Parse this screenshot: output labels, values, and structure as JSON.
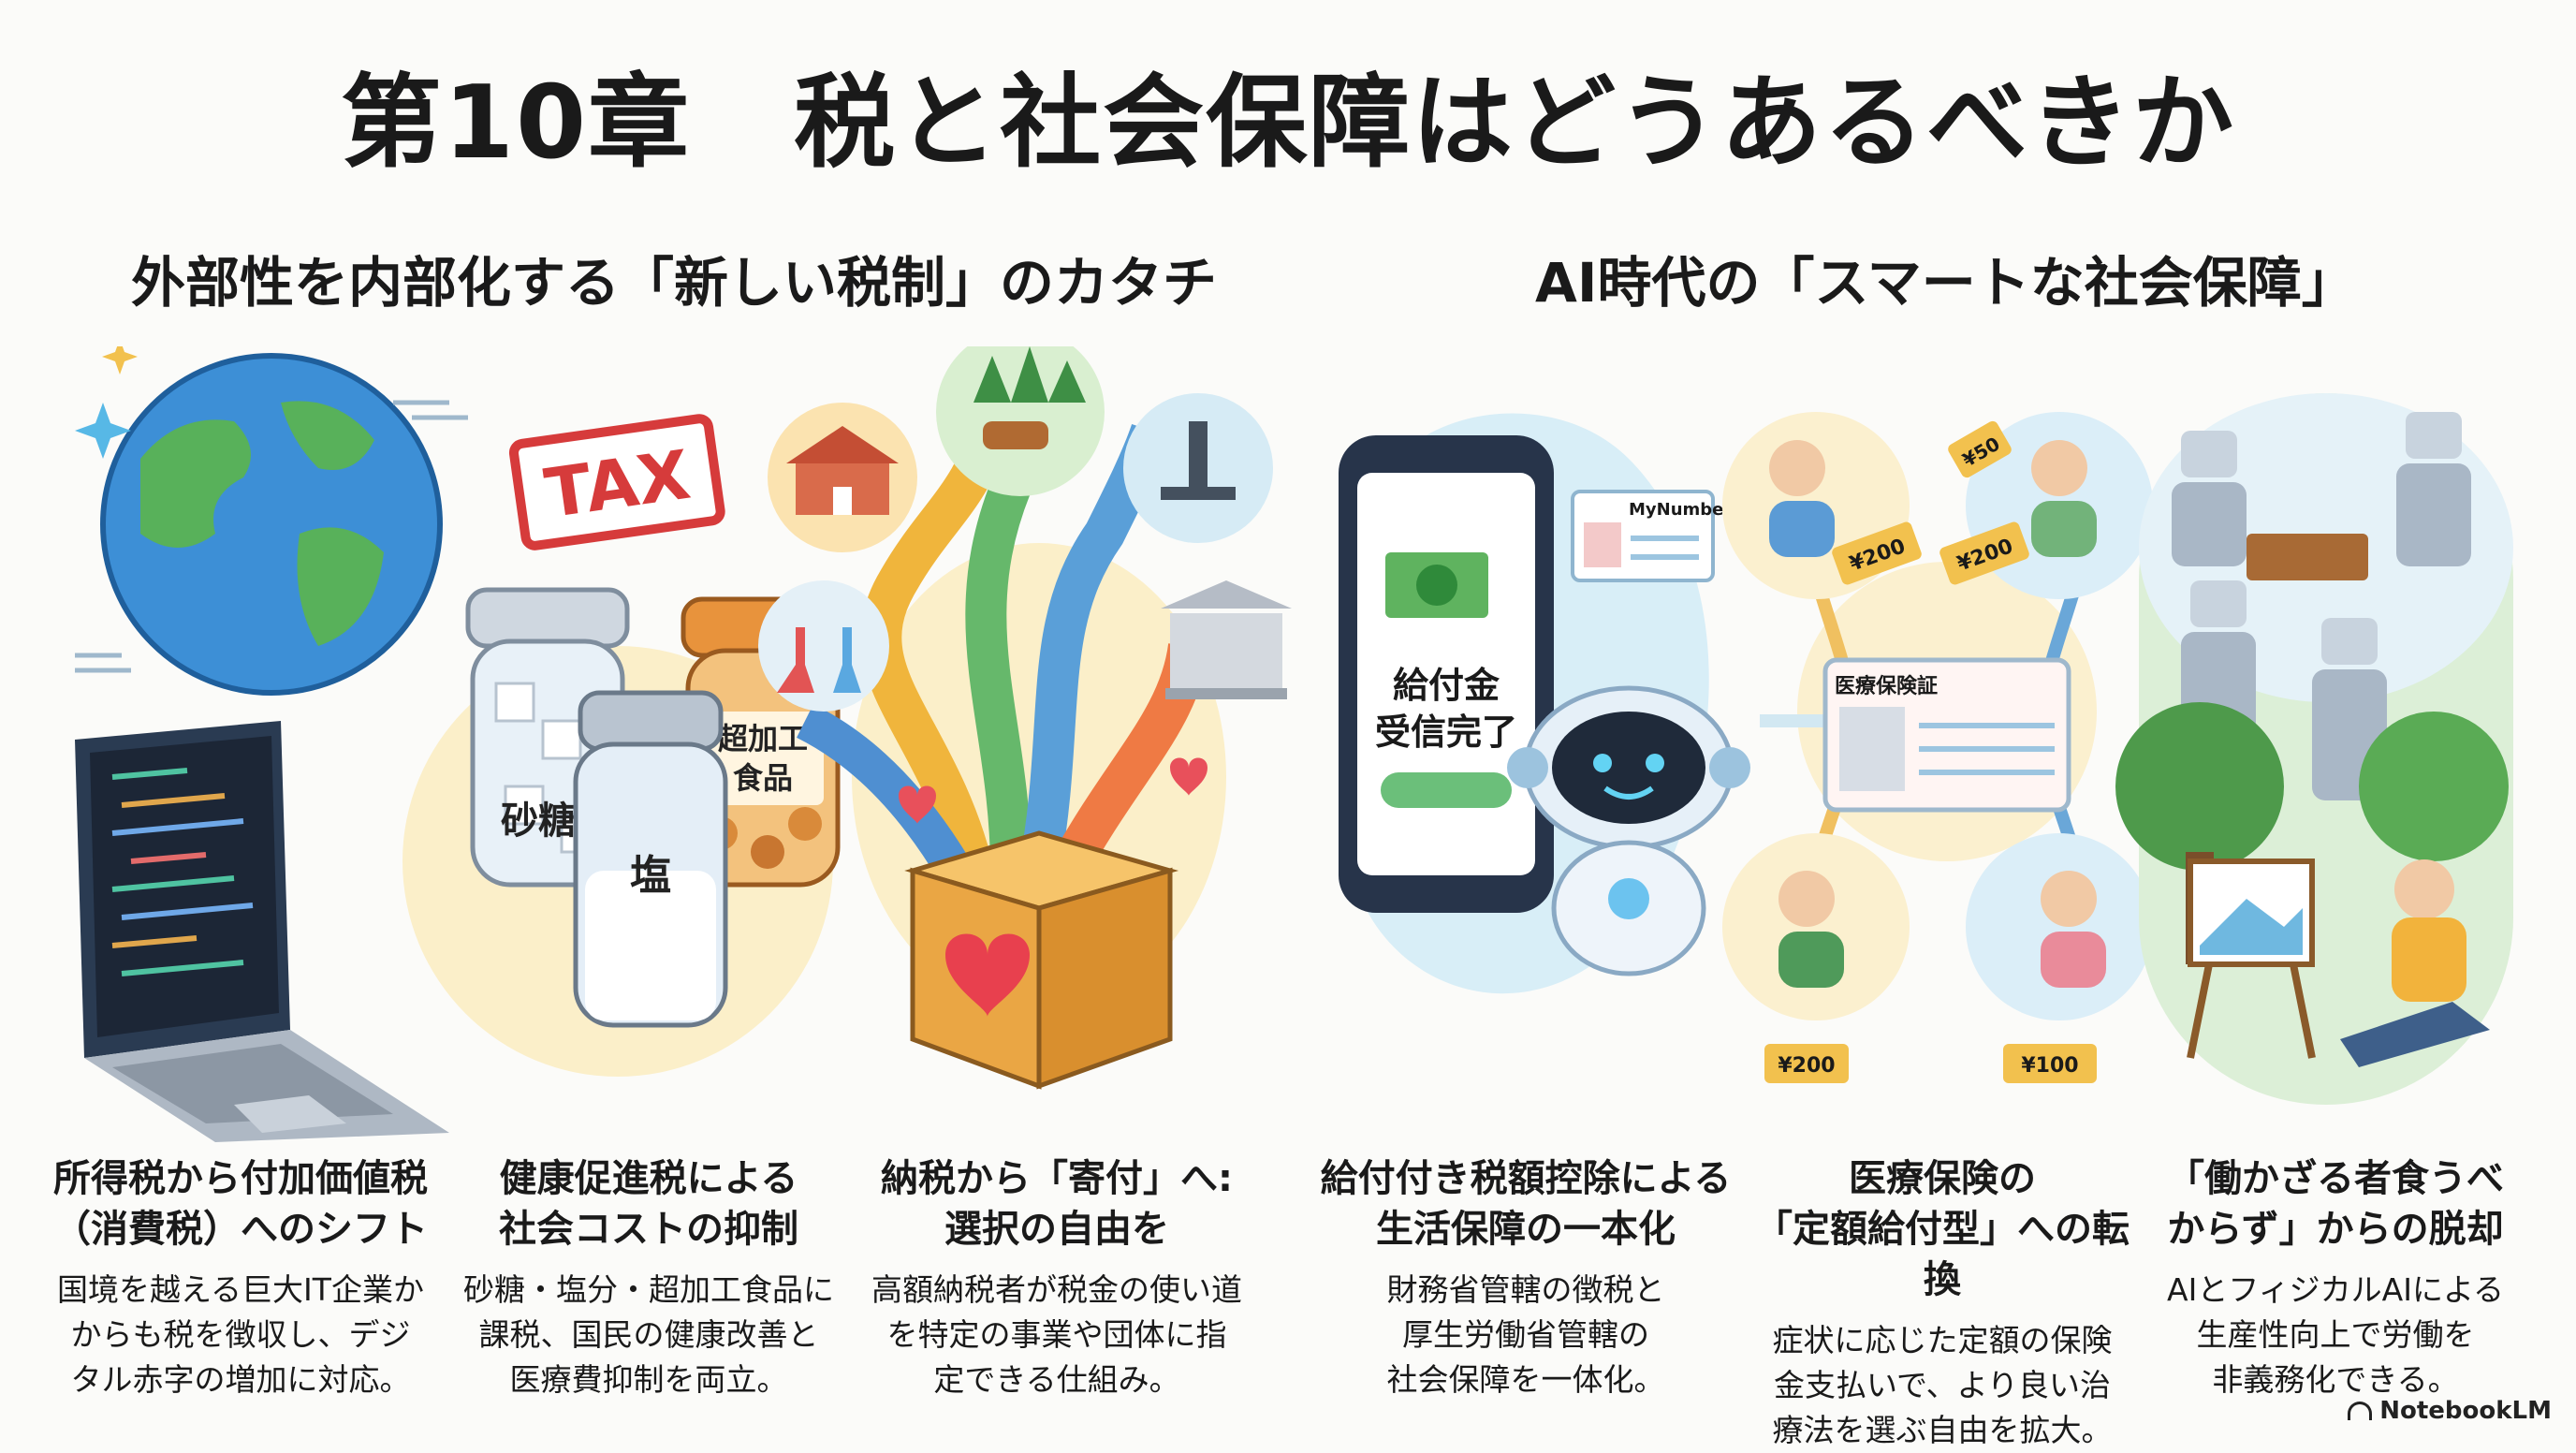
{
  "title": "第10章　税と社会保障はどうあるべきか",
  "left_heading": "外部性を内部化する「新しい税制」のカタチ",
  "right_heading": "AI時代の「スマートな社会保障」",
  "illustration_text": {
    "tax_stamp": "TAX",
    "jar_sugar": "砂糖",
    "jar_salt": "塩",
    "jar_processed_1": "超加工",
    "jar_processed_2": "食品",
    "phone_line1": "給付金",
    "phone_line2": "受信完了",
    "mynumber_card": "MyNumber",
    "insurance_card": "医療保険証",
    "price_tags": [
      "¥50",
      "¥200",
      "¥200",
      "¥200",
      "¥100"
    ]
  },
  "columns": [
    {
      "heading": [
        "所得税から付加価値税",
        "（消費税）へのシフト"
      ],
      "body": [
        "国境を越える巨大IT企業か",
        "からも税を徴収し、デジ",
        "タル赤字の増加に対応。"
      ]
    },
    {
      "heading": [
        "健康促進税による",
        "社会コストの抑制"
      ],
      "body": [
        "砂糖・塩分・超加工食品に",
        "課税、国民の健康改善と",
        "医療費抑制を両立。"
      ]
    },
    {
      "heading": [
        "納税から「寄付」へ:",
        "選択の自由を"
      ],
      "body": [
        "高額納税者が税金の使い道",
        "を特定の事業や団体に指",
        "定できる仕組み。"
      ]
    },
    {
      "heading": [
        "給付付き税額控除による",
        "生活保障の一本化"
      ],
      "body": [
        "財務省管轄の徴税と",
        "厚生労働省管轄の",
        "社会保障を一体化。"
      ]
    },
    {
      "heading": [
        "医療保険の",
        "「定額給付型」への転換"
      ],
      "body": [
        "症状に応じた定額の保険",
        "金支払いで、より良い治",
        "療法を選ぶ自由を拡大。"
      ]
    },
    {
      "heading": [
        "「働かざる者食うべ",
        "からず」からの脱却"
      ],
      "body": [
        "AIとフィジカルAIによる",
        "生産性向上で労働を",
        "非義務化できる。"
      ]
    }
  ],
  "brand": "NotebookLM"
}
